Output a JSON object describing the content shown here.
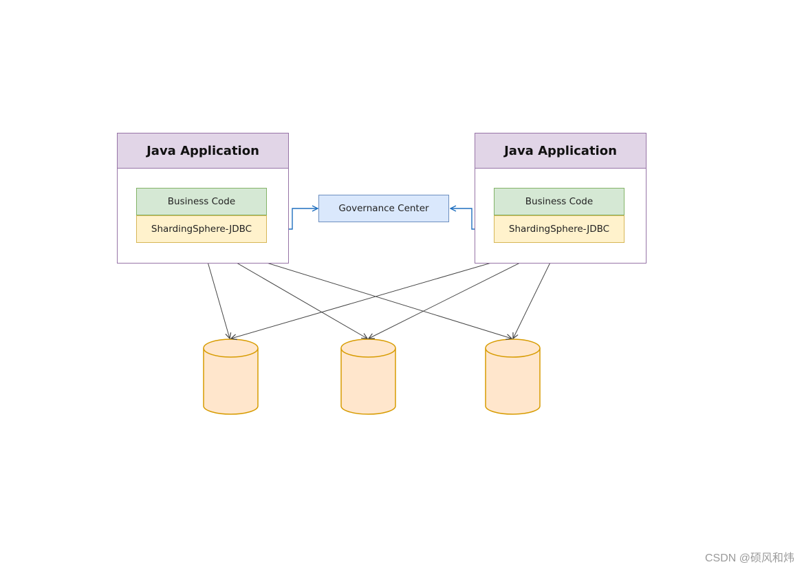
{
  "apps": [
    {
      "title": "Java Application",
      "business_label": "Business Code",
      "jdbc_label": "ShardingSphere-JDBC"
    },
    {
      "title": "Java Application",
      "business_label": "Business Code",
      "jdbc_label": "ShardingSphere-JDBC"
    }
  ],
  "governance": {
    "label": "Governance Center"
  },
  "databases": [
    "db",
    "db",
    "db"
  ],
  "watermark": "CSDN @硕风和炜",
  "colors": {
    "app_header_fill": "#e1d5e7",
    "app_border": "#9673a6",
    "business_fill": "#d5e8d4",
    "business_border": "#82b366",
    "jdbc_fill": "#fff2cc",
    "jdbc_border": "#d6b656",
    "governance_fill": "#dae8fc",
    "governance_border": "#6c8ebf",
    "governance_arrow": "#1f6fbf",
    "database_fill": "#ffe6cc",
    "database_border": "#d79b00",
    "connector": "#444444"
  }
}
